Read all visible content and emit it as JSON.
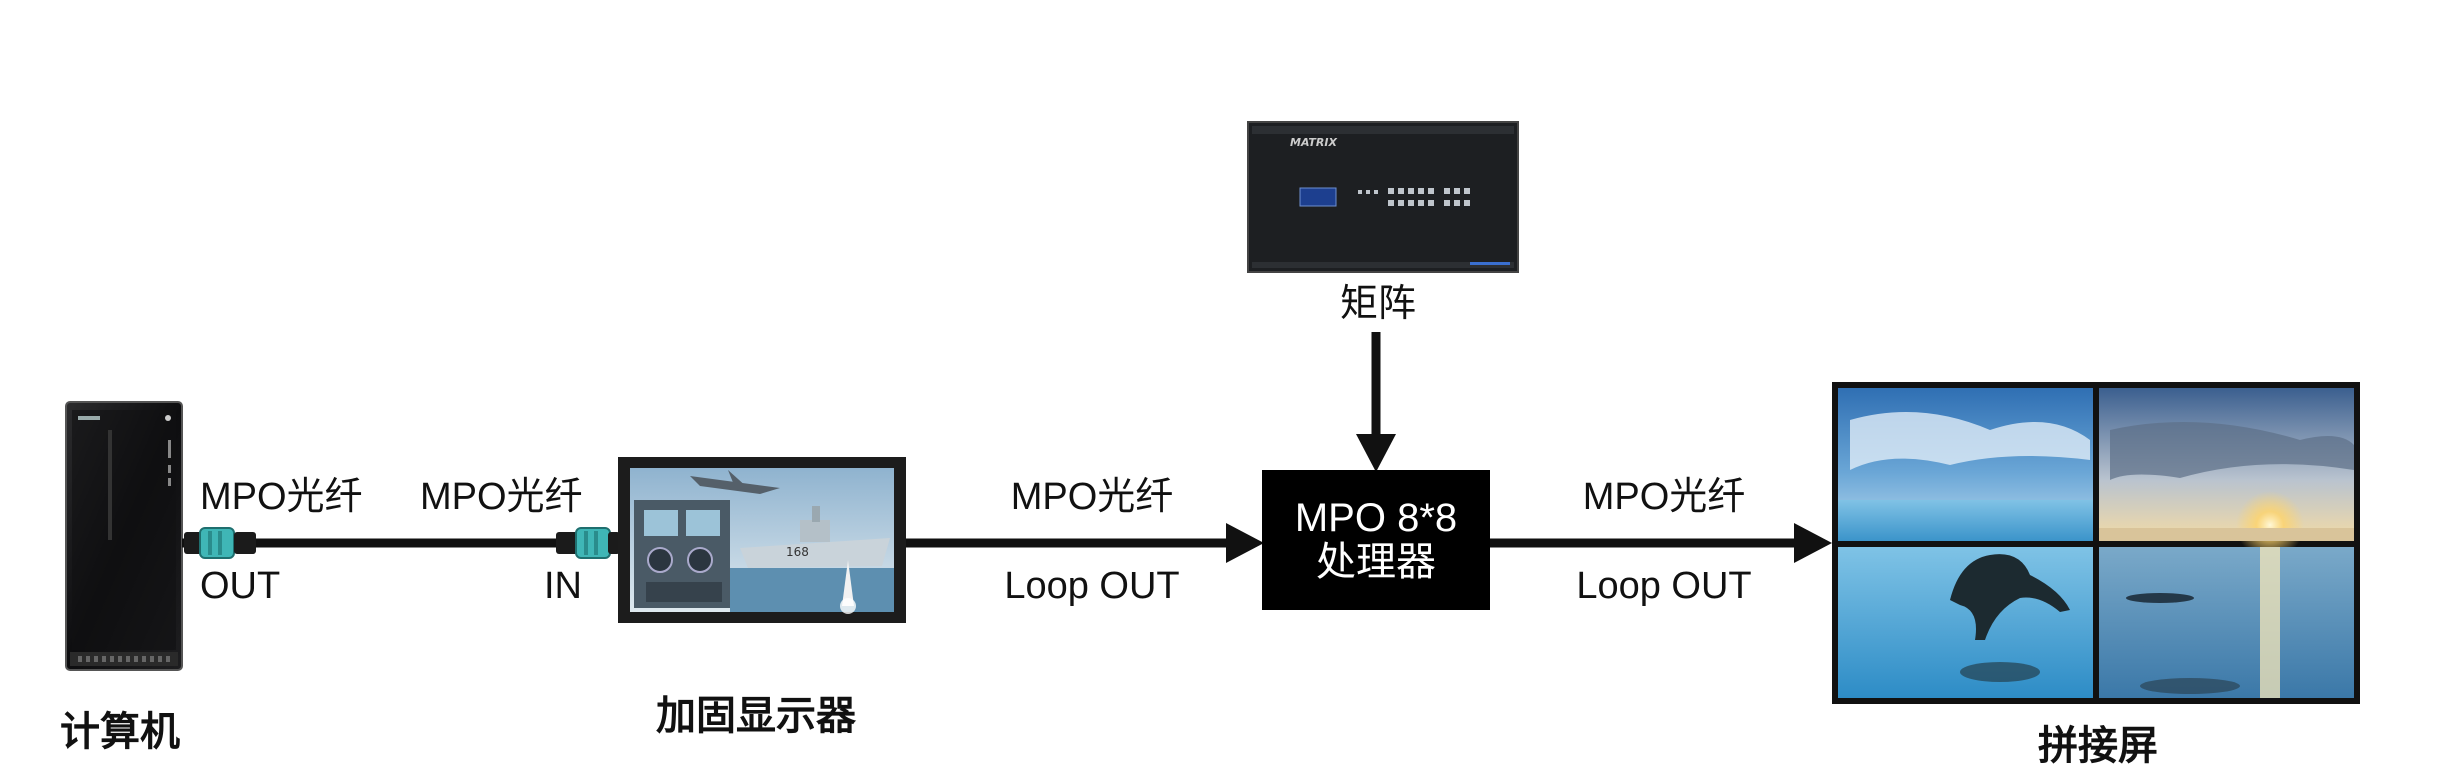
{
  "nodes": {
    "computer": {
      "label": "计算机"
    },
    "display": {
      "label": "加固显示器"
    },
    "matrix": {
      "label": "矩阵"
    },
    "processor": {
      "line1": "MPO 8*8",
      "line2": "处理器"
    },
    "video_wall": {
      "label": "拼接屏"
    }
  },
  "edges": {
    "pc_to_display": {
      "left_top": "MPO光纤",
      "left_bottom": "OUT",
      "right_top": "MPO光纤",
      "right_bottom": "IN"
    },
    "display_to_processor": {
      "top": "MPO光纤",
      "bottom": "Loop OUT"
    },
    "processor_to_wall": {
      "top": "MPO光纤",
      "bottom": "Loop OUT"
    }
  },
  "colors": {
    "line": "#111111",
    "connector": "#3fb6b6",
    "processor_bg": "#000000"
  }
}
